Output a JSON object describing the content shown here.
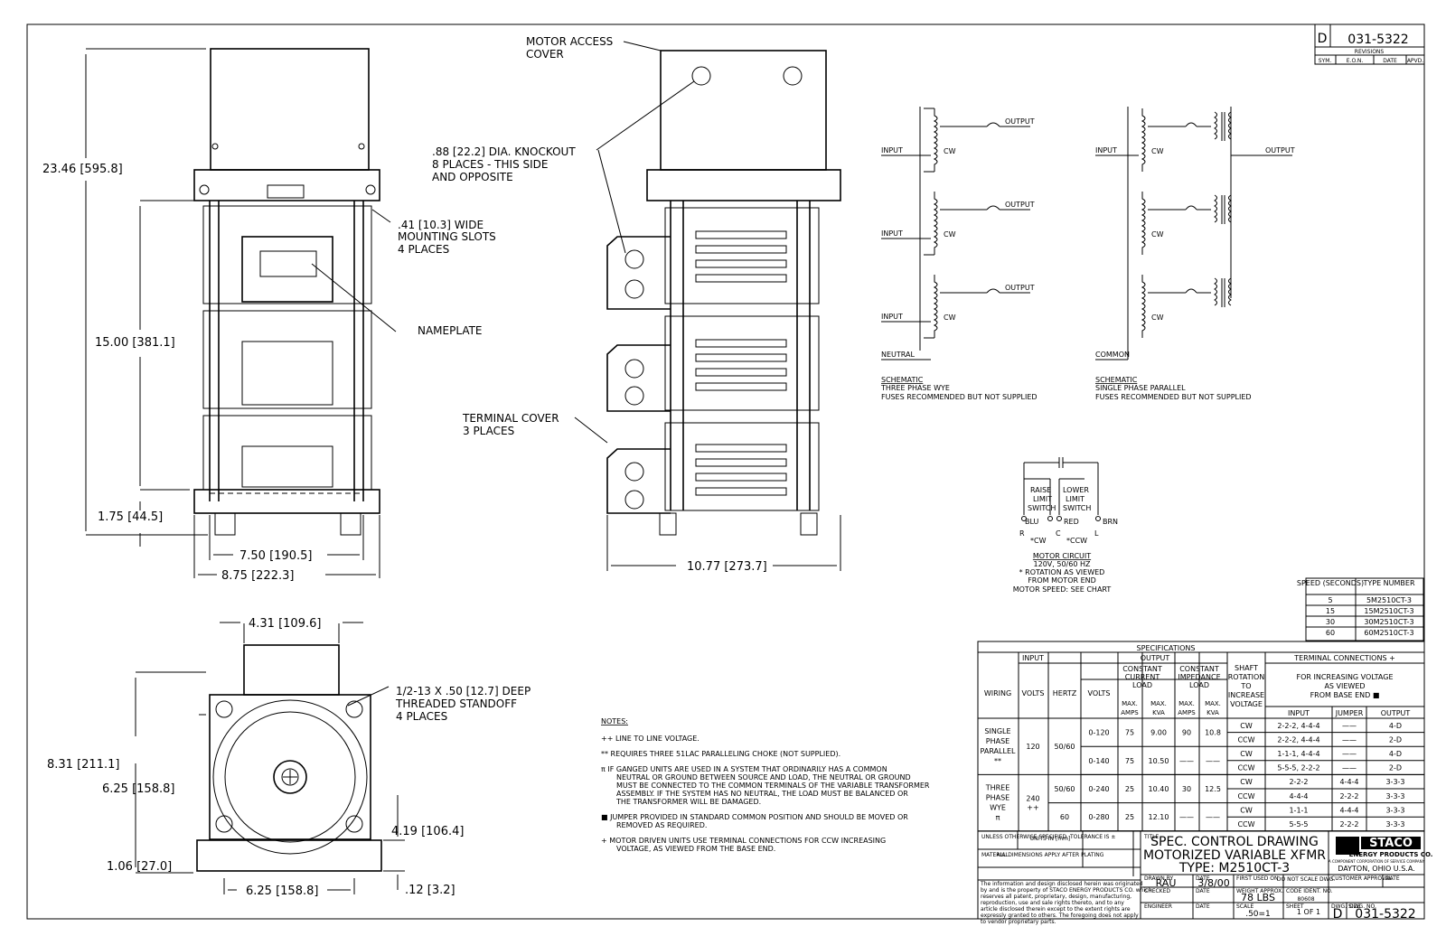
{
  "title_block": {
    "dwg_no_top": "031-5322",
    "size_top": "D",
    "revisions_label": "REVISIONS",
    "rev_cols": [
      "SYM.",
      "E.O.N.",
      "DATE",
      "APVD."
    ],
    "title_lines": [
      "SPEC. CONTROL DRAWING",
      "MOTORIZED VARIABLE XFMR",
      "TYPE: M2510CT-3"
    ],
    "company": "STACO",
    "company_sub": "ENERGY PRODUCTS CO.",
    "company_sub2": "A COMPONENT CORPORATION OF SERVICE COMPANY",
    "location": "DAYTON, OHIO U.S.A.",
    "drawn_by": "RAU",
    "date": "3/8/00",
    "weight": "78 LBS",
    "scale": ".50=1",
    "sheet": "1 OF 1",
    "size": "D",
    "dwg_no": "031-5322",
    "tolerance_note": "UNLESS OTHERWISE SPECIFIED, TOLERANCE IS ±",
    "units_note": "UNITS IN [mm]",
    "material_label": "MATERIAL",
    "finish_note": "ALL DIMENSIONS APPLY AFTER PLATING",
    "labels": {
      "drawn": "DRAWN BY",
      "date": "DATE",
      "checked": "CHECKED",
      "engineer": "ENGINEER",
      "first_used": "FIRST USED ON",
      "weight_approx": "WEIGHT APPROX.",
      "code_ident": "CODE IDENT. NO.",
      "scale": "SCALE",
      "sheet": "SHEET",
      "dwg_size": "DWG. SIZE",
      "dwg_no": "DWG. NO.",
      "customer": "CUSTOMER APPROVAL",
      "title": "TITLE",
      "do_not_scale": "DO NOT SCALE DWG.",
      "code_no": "80608"
    },
    "proprietary": "The information and design disclosed herein was originated by and is the property of STACO ENERGY PRODUCTS CO. which reserves all patent, proprietary, design, manufacturing, reproduction, use and sale rights thereto, and to any article disclosed therein except to the extent rights are expressly granted to others. The foregoing does not apply to vendor proprietary parts."
  },
  "front_view": {
    "height_overall": "23.46 [595.8]",
    "height_frame": "15.00 [381.1]",
    "height_base": "1.75 [44.5]",
    "width_inner": "7.50 [190.5]",
    "width_outer": "8.75 [222.3]",
    "slot_note": [
      ".41 [10.3] WIDE",
      "MOUNTING SLOTS",
      "4 PLACES"
    ],
    "nameplate": "NAMEPLATE"
  },
  "side_view": {
    "motor_cover": [
      "MOTOR ACCESS",
      "COVER"
    ],
    "knockout": [
      ".88 [22.2] DIA. KNOCKOUT",
      "8 PLACES - THIS SIDE",
      "AND OPPOSITE"
    ],
    "terminal_cover": [
      "TERMINAL COVER",
      "3 PLACES"
    ],
    "depth": "10.77 [273.7]"
  },
  "top_view": {
    "motor_width": "4.31 [109.6]",
    "height_overall": "8.31 [211.1]",
    "height_mid": "6.25 [158.8]",
    "height_shaft": "4.19 [106.4]",
    "base_height": "1.06 [27.0]",
    "base_width": "6.25 [158.8]",
    "base_thk": ".12 [3.2]",
    "standoff": [
      "1/2-13 X .50 [12.7] DEEP",
      "THREADED STANDOFF",
      "4 PLACES"
    ]
  },
  "schematic_wye": {
    "input": "INPUT",
    "output": "OUTPUT",
    "neutral": "NEUTRAL",
    "cw": "CW",
    "caption": [
      "SCHEMATIC",
      "THREE PHASE WYE",
      "FUSES RECOMMENDED BUT NOT SUPPLIED"
    ]
  },
  "schematic_parallel": {
    "input": "INPUT",
    "output": "OUTPUT",
    "common": "COMMON",
    "cw": "CW",
    "caption": [
      "SCHEMATIC",
      "SINGLE PHASE PARALLEL",
      "FUSES RECOMMENDED BUT NOT SUPPLIED"
    ]
  },
  "motor_circuit": {
    "raise": [
      "RAISE",
      "LIMIT",
      "SWITCH"
    ],
    "lower": [
      "LOWER",
      "LIMIT",
      "SWITCH"
    ],
    "wires": [
      "BLU",
      "RED",
      "BRN"
    ],
    "terms": [
      "R",
      "C",
      "L"
    ],
    "rot": [
      "*CW",
      "*CCW"
    ],
    "caption": [
      "MOTOR CIRCUIT",
      "120V, 50/60 HZ",
      "* ROTATION AS VIEWED",
      "FROM MOTOR END",
      "MOTOR SPEED: SEE CHART"
    ]
  },
  "speed_table": {
    "headers": [
      "SPEED (SECONDS)",
      "TYPE NUMBER"
    ],
    "rows": [
      [
        "5",
        "5M2510CT-3"
      ],
      [
        "15",
        "15M2510CT-3"
      ],
      [
        "30",
        "30M2510CT-3"
      ],
      [
        "60",
        "60M2510CT-3"
      ]
    ]
  },
  "specs": {
    "title": "SPECIFICATIONS",
    "h_input": "INPUT",
    "h_output": "OUTPUT",
    "h_wiring": "WIRING",
    "h_volts": "VOLTS",
    "h_hertz": "HERTZ",
    "h_ovolts": "VOLTS",
    "h_cc": [
      "CONSTANT",
      "CURRENT",
      "LOAD"
    ],
    "h_ci": [
      "CONSTANT",
      "IMPEDANCE",
      "LOAD"
    ],
    "h_amps": [
      "MAX.",
      "AMPS"
    ],
    "h_kva": [
      "MAX.",
      "KVA"
    ],
    "h_shaft": [
      "SHAFT",
      "ROTATION",
      "TO",
      "INCREASE",
      "VOLTAGE"
    ],
    "h_term": "TERMINAL CONNECTIONS +",
    "h_term_sub": [
      "FOR INCREASING VOLTAGE",
      "AS VIEWED",
      "FROM BASE END ■"
    ],
    "h_in": "INPUT",
    "h_jumper": "JUMPER",
    "h_out": "OUTPUT",
    "groups": [
      {
        "wiring": [
          "SINGLE",
          "PHASE",
          "PARALLEL",
          "**"
        ],
        "volts": "120",
        "hertz": "50/60",
        "rows": [
          {
            "ov": "0-120",
            "ca": "75",
            "ck": "9.00",
            "ia": "90",
            "ik": "10.8",
            "rot": "CW",
            "in": "2-2-2, 4-4-4",
            "j": "——",
            "out": "4-D"
          },
          {
            "ov": "",
            "ca": "",
            "ck": "",
            "ia": "",
            "ik": "",
            "rot": "CCW",
            "in": "2-2-2, 4-4-4",
            "j": "——",
            "out": "2-D"
          },
          {
            "ov": "0-140",
            "ca": "75",
            "ck": "10.50",
            "ia": "——",
            "ik": "——",
            "rot": "CW",
            "in": "1-1-1, 4-4-4",
            "j": "——",
            "out": "4-D"
          },
          {
            "ov": "",
            "ca": "",
            "ck": "",
            "ia": "",
            "ik": "",
            "rot": "CCW",
            "in": "5-5-5, 2-2-2",
            "j": "——",
            "out": "2-D"
          }
        ]
      },
      {
        "wiring": [
          "THREE",
          "PHASE",
          "WYE",
          "π"
        ],
        "volts": "240",
        "volts_sub": "++",
        "hertz": "50/60",
        "rows": [
          {
            "ov": "0-240",
            "ca": "25",
            "ck": "10.40",
            "ia": "30",
            "ik": "12.5",
            "rot": "CW",
            "in": "2-2-2",
            "j": "4-4-4",
            "out": "3-3-3"
          },
          {
            "ov": "",
            "ca": "",
            "ck": "",
            "ia": "",
            "ik": "",
            "rot": "CCW",
            "in": "4-4-4",
            "j": "2-2-2",
            "out": "3-3-3"
          },
          {
            "ov": "0-280",
            "ca": "25",
            "ck": "12.10",
            "ia": "——",
            "ik": "——",
            "rot": "CW",
            "in": "1-1-1",
            "j": "4-4-4",
            "out": "3-3-3",
            "hz": "60"
          },
          {
            "ov": "",
            "ca": "",
            "ck": "",
            "ia": "",
            "ik": "",
            "rot": "CCW",
            "in": "5-5-5",
            "j": "2-2-2",
            "out": "3-3-3"
          }
        ]
      }
    ]
  },
  "notes": {
    "title": "NOTES:",
    "items": [
      [
        "++ LINE TO LINE VOLTAGE."
      ],
      [
        "** REQUIRES THREE 51LAC PARALLELING CHOKE (NOT SUPPLIED)."
      ],
      [
        "π  IF GANGED UNITS ARE USED IN A SYSTEM THAT ORDINARILY HAS A COMMON",
        "NEUTRAL OR GROUND BETWEEN SOURCE AND LOAD, THE NEUTRAL OR GROUND",
        "MUST BE CONNECTED TO THE COMMON TERMINALS OF THE VARIABLE TRANSFORMER",
        "ASSEMBLY.  IF THE SYSTEM HAS NO NEUTRAL, THE LOAD MUST BE BALANCED OR",
        "THE TRANSFORMER WILL BE DAMAGED."
      ],
      [
        "■  JUMPER PROVIDED IN STANDARD COMMON POSITION AND SHOULD BE MOVED OR",
        "REMOVED AS REQUIRED."
      ],
      [
        "+  MOTOR DRIVEN UNITS USE TERMINAL CONNECTIONS FOR CCW INCREASING",
        "VOLTAGE, AS VIEWED FROM THE BASE END."
      ]
    ]
  }
}
